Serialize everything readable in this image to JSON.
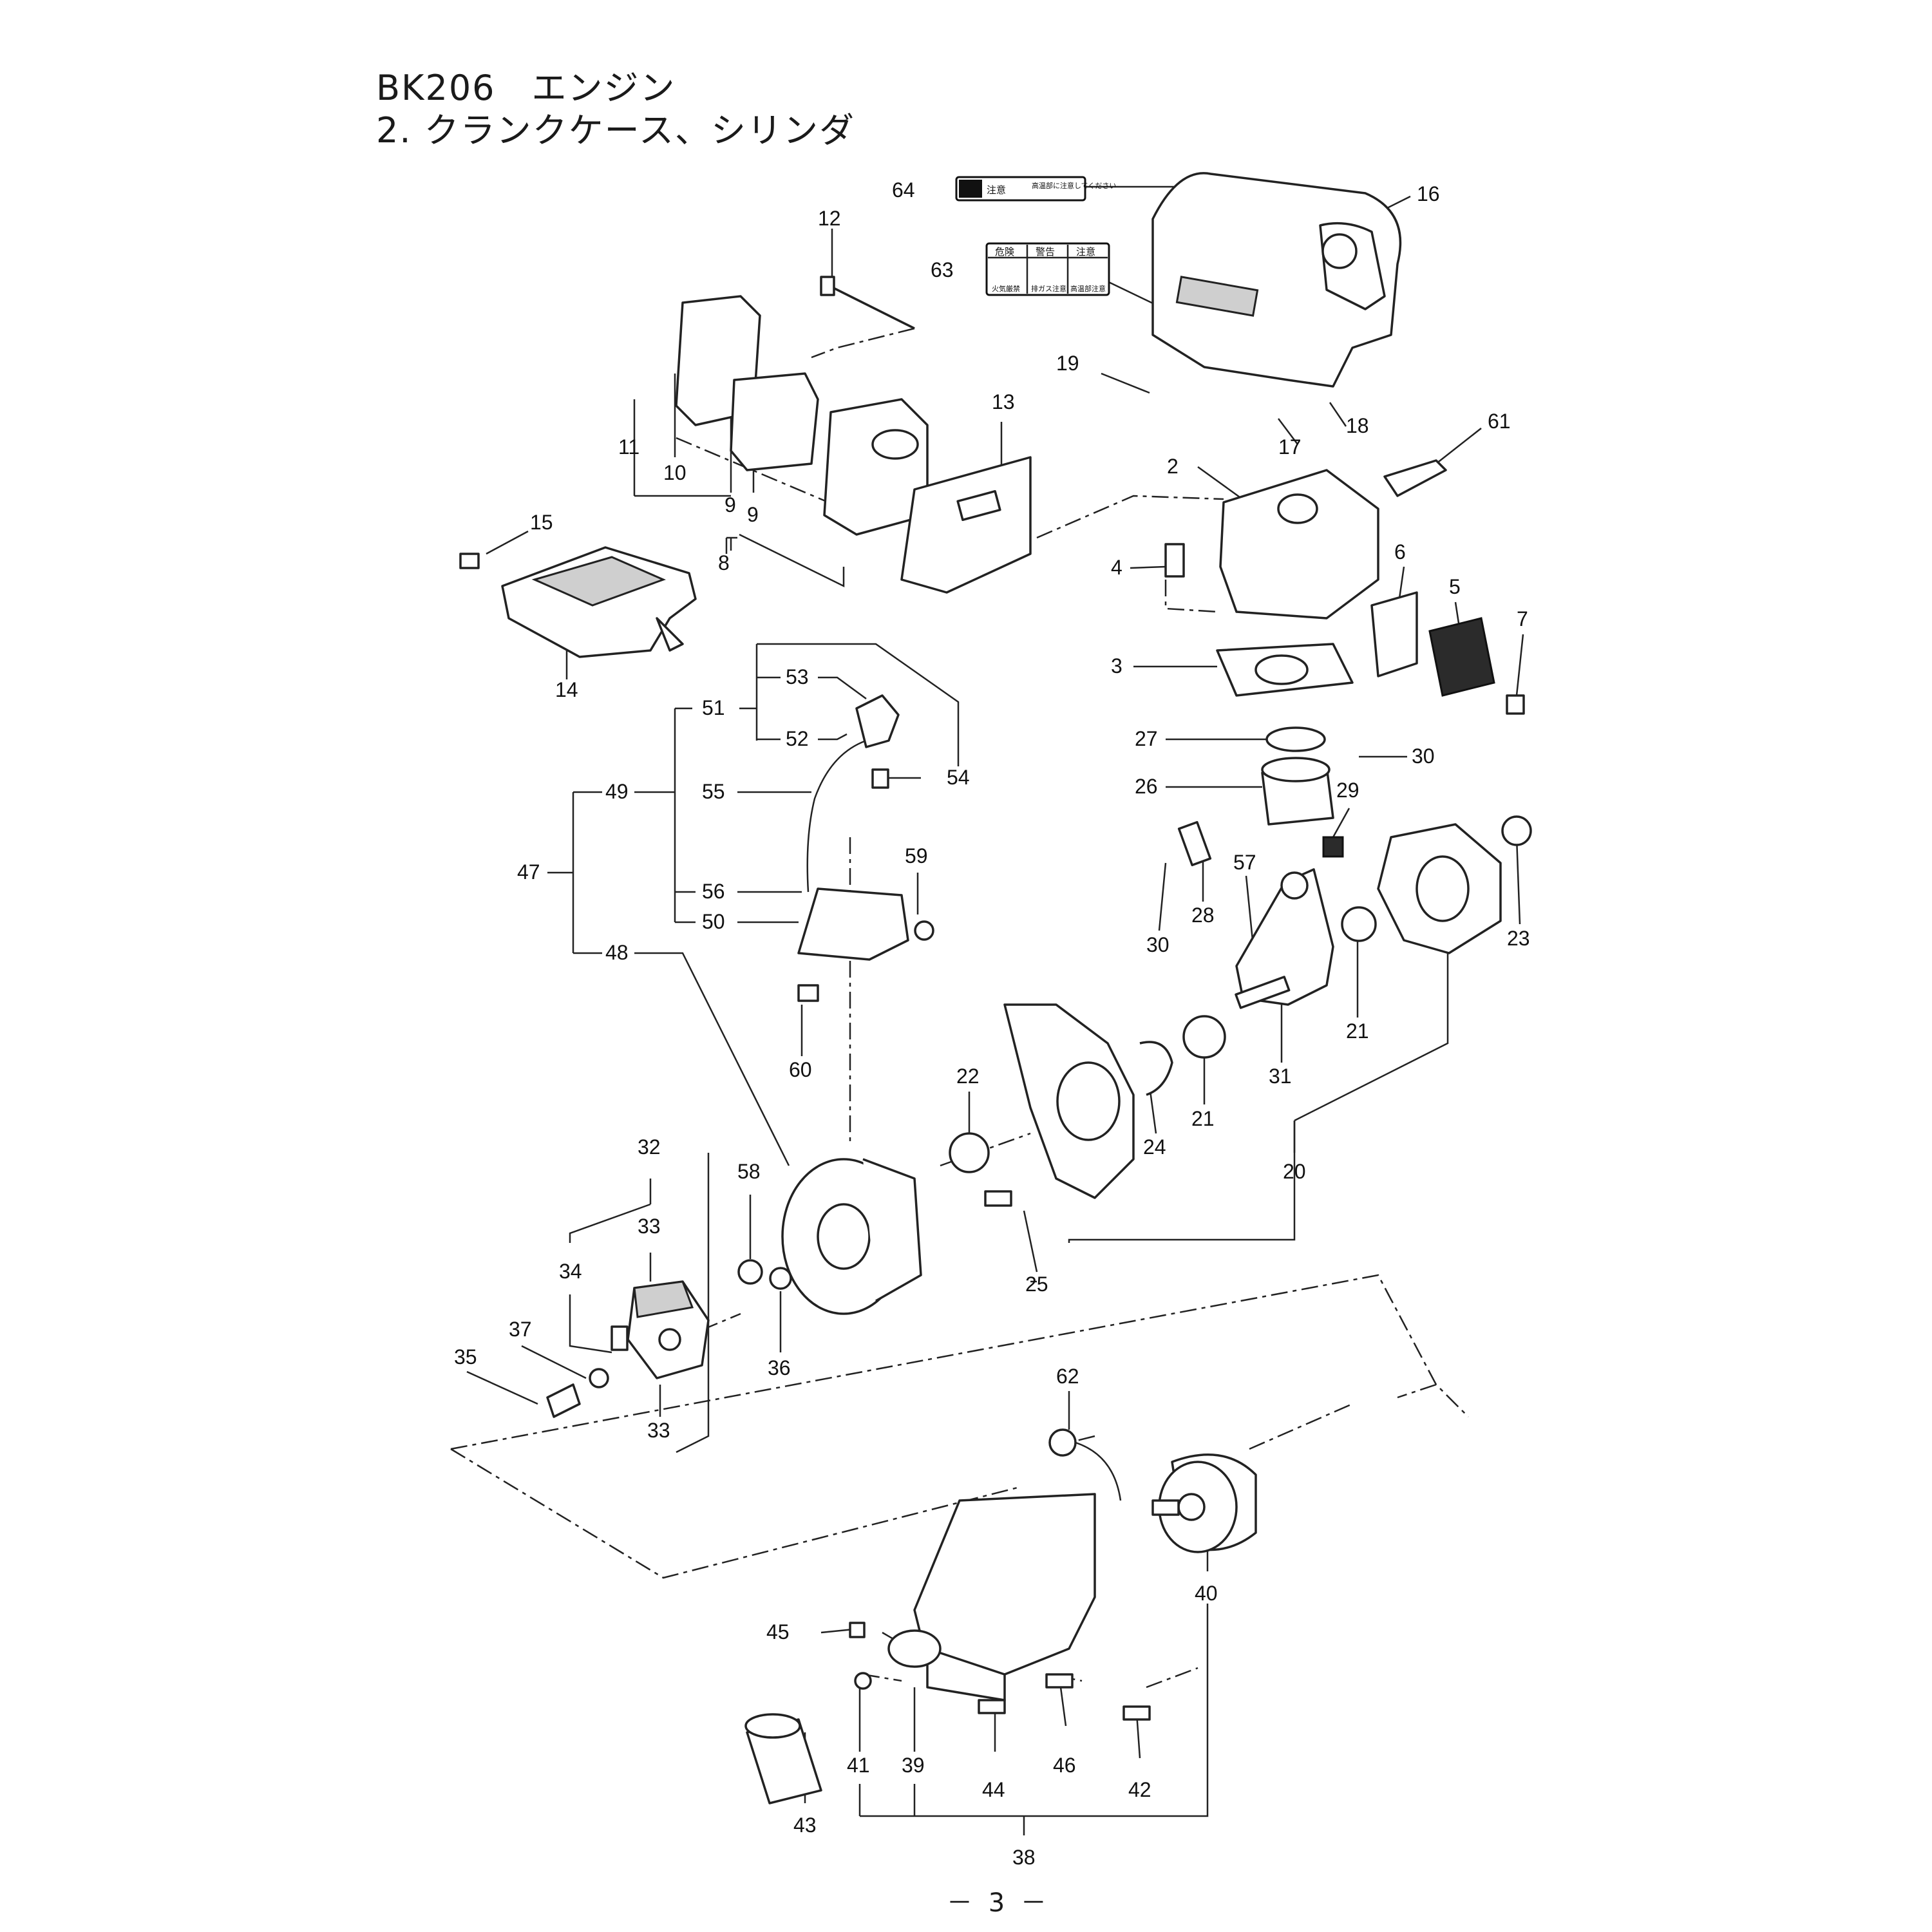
{
  "header": {
    "model_title": "BK206　エンジン",
    "section_title": "2. クランクケース、シリンダ"
  },
  "labels": {
    "label_64_text": "注意",
    "label_64_sub": "高温部に注意してください",
    "label_63_items": [
      "危険",
      "警告",
      "注意"
    ],
    "label_63_subs": [
      "火気厳禁",
      "排ガス注意",
      "高温部注意"
    ]
  },
  "callouts": {
    "c2": "2",
    "c3": "3",
    "c4": "4",
    "c5": "5",
    "c6": "6",
    "c7": "7",
    "c8": "8",
    "c9a": "9",
    "c9b": "9",
    "c10": "10",
    "c11": "11",
    "c12": "12",
    "c13": "13",
    "c14": "14",
    "c15": "15",
    "c16": "16",
    "c17": "17",
    "c18": "18",
    "c19": "19",
    "c20": "20",
    "c21a": "21",
    "c21b": "21",
    "c22": "22",
    "c23": "23",
    "c24": "24",
    "c25": "25",
    "c26": "26",
    "c27": "27",
    "c28": "28",
    "c29": "29",
    "c30a": "30",
    "c30b": "30",
    "c31": "31",
    "c32": "32",
    "c33a": "33",
    "c33b": "33",
    "c34": "34",
    "c35": "35",
    "c36": "36",
    "c37": "37",
    "c38": "38",
    "c39": "39",
    "c40": "40",
    "c41": "41",
    "c42": "42",
    "c43": "43",
    "c44": "44",
    "c45": "45",
    "c46": "46",
    "c47": "47",
    "c48": "48",
    "c49": "49",
    "c50": "50",
    "c51": "51",
    "c52": "52",
    "c53": "53",
    "c54": "54",
    "c55": "55",
    "c56": "56",
    "c57": "57",
    "c58": "58",
    "c59": "59",
    "c60": "60",
    "c61": "61",
    "c62": "62",
    "c63": "63",
    "c64": "64"
  },
  "footer": {
    "page_number": "－ 3 －"
  }
}
